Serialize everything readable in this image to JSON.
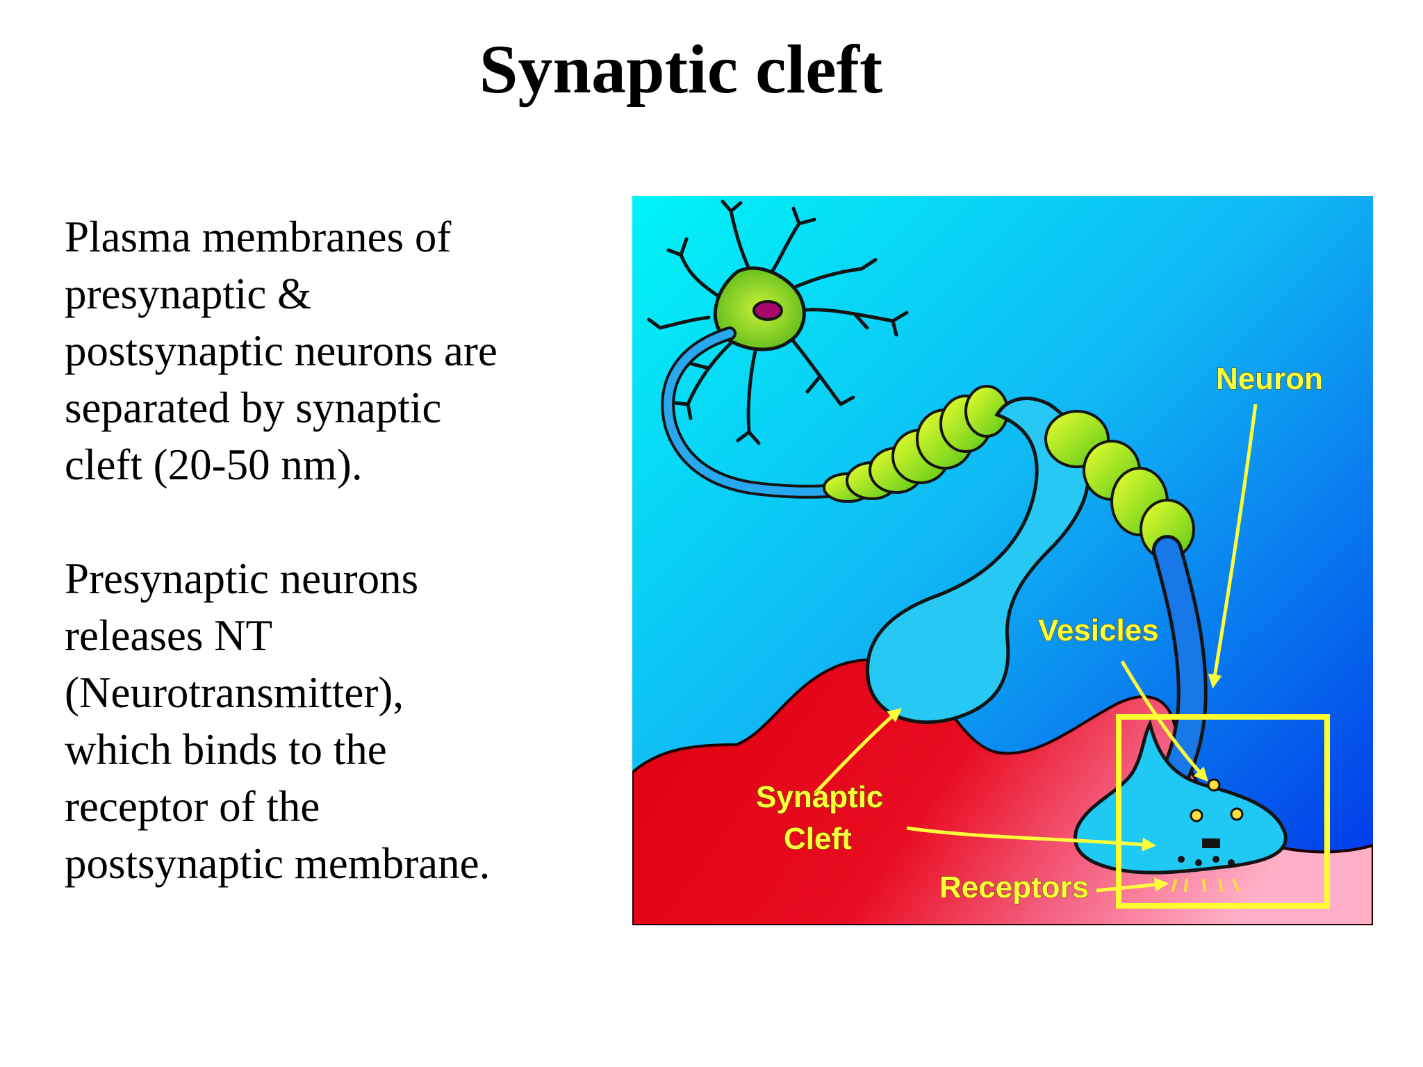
{
  "slide": {
    "title": "Synaptic cleft",
    "paragraph_1": [
      "Plasma membranes of",
      "presynaptic &",
      "postsynaptic neurons are",
      "separated by synaptic",
      "cleft (20-50 nm)."
    ],
    "paragraph_2": [
      "Presynaptic neurons",
      "releases NT",
      "(Neurotransmitter),",
      "which binds to the",
      "receptor of the",
      "postsynaptic membrane."
    ]
  },
  "figure": {
    "labels": {
      "neuron": "Neuron",
      "vesicles": "Vesicles",
      "synaptic_line1": "Synaptic",
      "synaptic_line2": "Cleft",
      "receptors": "Receptors"
    },
    "colors": {
      "background_light": "#00f0f8",
      "background_dark": "#0040f0",
      "muscle_red": "#e00010",
      "muscle_pink": "#ffa0c0",
      "neuron_green": "#a8e818",
      "axon_blue": "#2090f0",
      "label_yellow": "#ffff3a",
      "frame_yellow": "#ffff30"
    }
  }
}
